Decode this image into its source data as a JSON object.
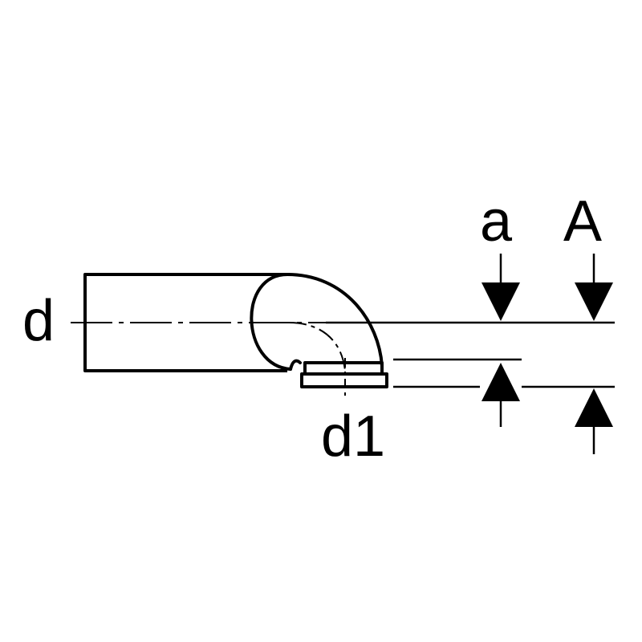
{
  "labels": {
    "pipe_diameter": "d",
    "outlet_diameter": "d1",
    "dimension_small": "a",
    "dimension_large": "A"
  },
  "colors": {
    "stroke": "#000000",
    "background": "#ffffff"
  }
}
